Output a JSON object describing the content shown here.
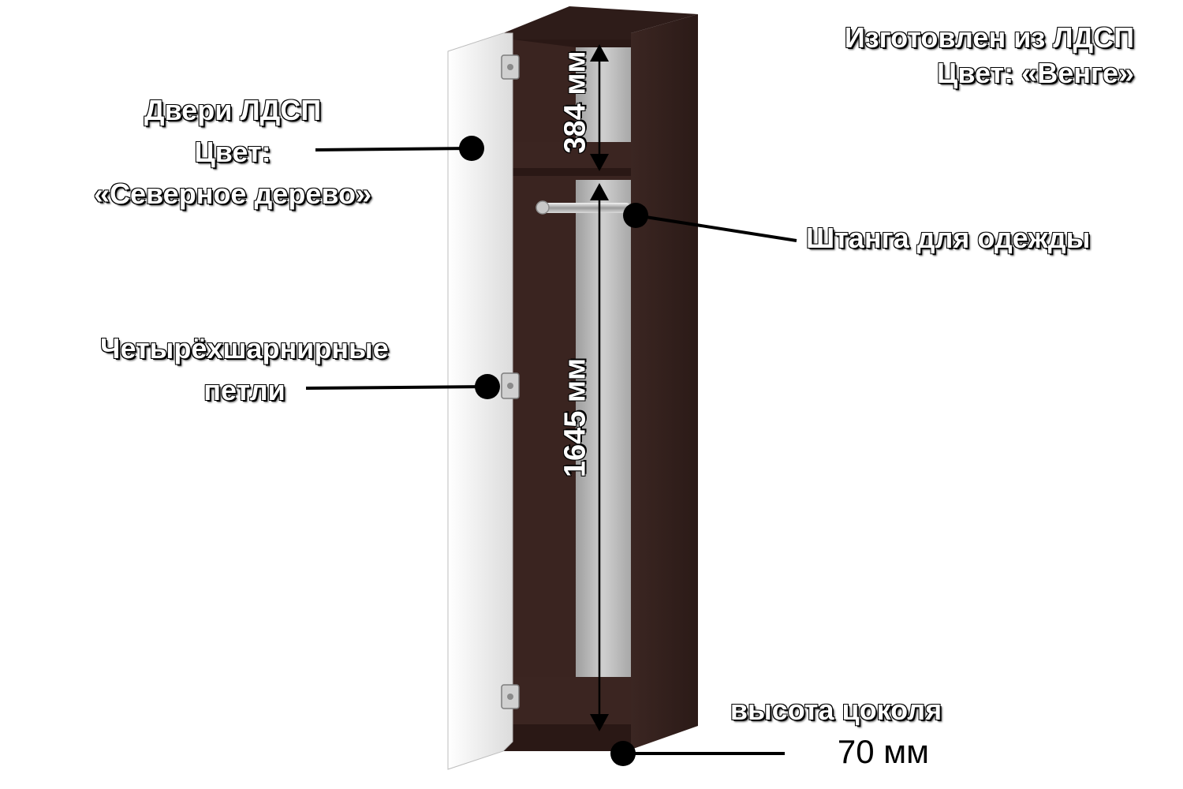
{
  "top_right": {
    "material": "Изготовлен из ЛДСП",
    "color": "Цвет:  «Венге»"
  },
  "door_label": {
    "line1": "Двери ЛДСП",
    "line2": "Цвет:",
    "line3": "«Северное дерево»"
  },
  "rod_label": "Штанга для одежды",
  "hinges_label": {
    "line1": "Четырёхшарнирные",
    "line2": "петли"
  },
  "plinth_label": {
    "line1": "высота цоколя",
    "line2": "70 мм"
  },
  "dimensions": {
    "upper": "384 мм",
    "lower": "1645 мм"
  },
  "colors": {
    "wenge": "#3a2420",
    "wenge_dark": "#2a1815",
    "door_white": "#ececec",
    "back_panel": "#b9b9b9",
    "marker": "#000000"
  }
}
